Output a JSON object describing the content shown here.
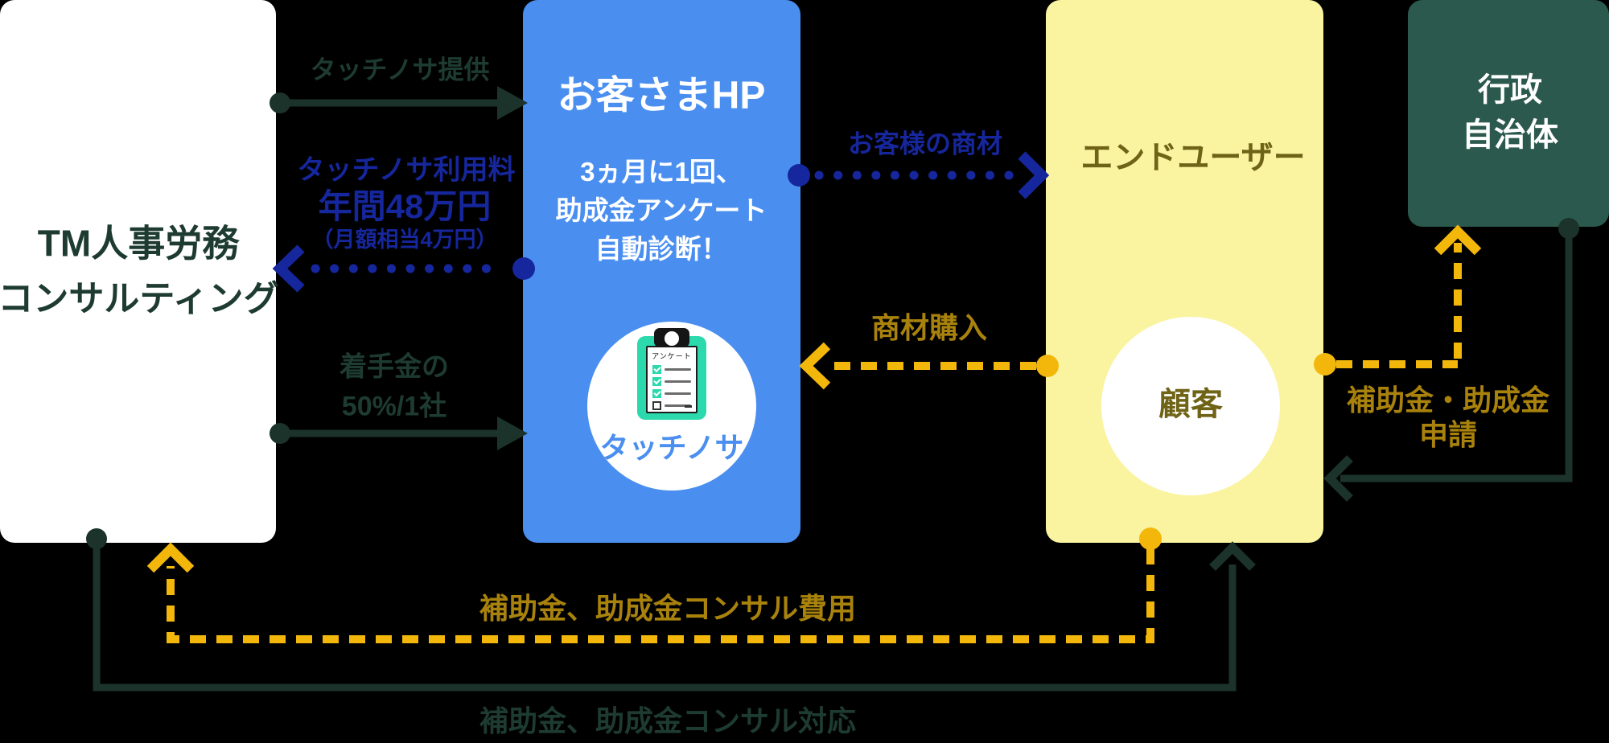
{
  "colors": {
    "background": "#000000",
    "box_white": "#ffffff",
    "box_blue": "#4a8ff0",
    "box_yellow": "#faf4a1",
    "box_green": "#2c594d",
    "deep_blue_arrow": "#16269c",
    "dark_green_arrow": "#1b332b",
    "bright_yellow_arrow": "#f3b70c",
    "gold_label": "#a8820c",
    "olive_label": "#6e6317",
    "clipboard_teal": "#2bd9ac"
  },
  "nodes": {
    "consultant": {
      "line1": "TM人事労務",
      "line2": "コンサルティング"
    },
    "customer_hp": {
      "title": "お客さまHP",
      "desc1": "3ヵ月に1回、",
      "desc2": "助成金アンケート",
      "desc3": "自動診断！",
      "service_name": "タッチノサ",
      "clipboard_title": "アンケート"
    },
    "end_user": {
      "title": "エンドユーザー",
      "inner_circle": "顧客"
    },
    "government": {
      "line1": "行政",
      "line2": "自治体"
    }
  },
  "flows": {
    "provide": "タッチノサ提供",
    "usage_fee_line1": "タッチノサ利用料",
    "usage_fee_line2": "年間48万円",
    "usage_fee_line3": "（月額相当4万円）",
    "initial_fee_line1": "着手金の",
    "initial_fee_line2": "50%/1社",
    "products": "お客様の商材",
    "purchase": "商材購入",
    "apply_line1": "補助金・助成金",
    "apply_line2": "申請",
    "consult_fee": "補助金、助成金コンサル費用",
    "consult_support": "補助金、助成金コンサル対応"
  }
}
